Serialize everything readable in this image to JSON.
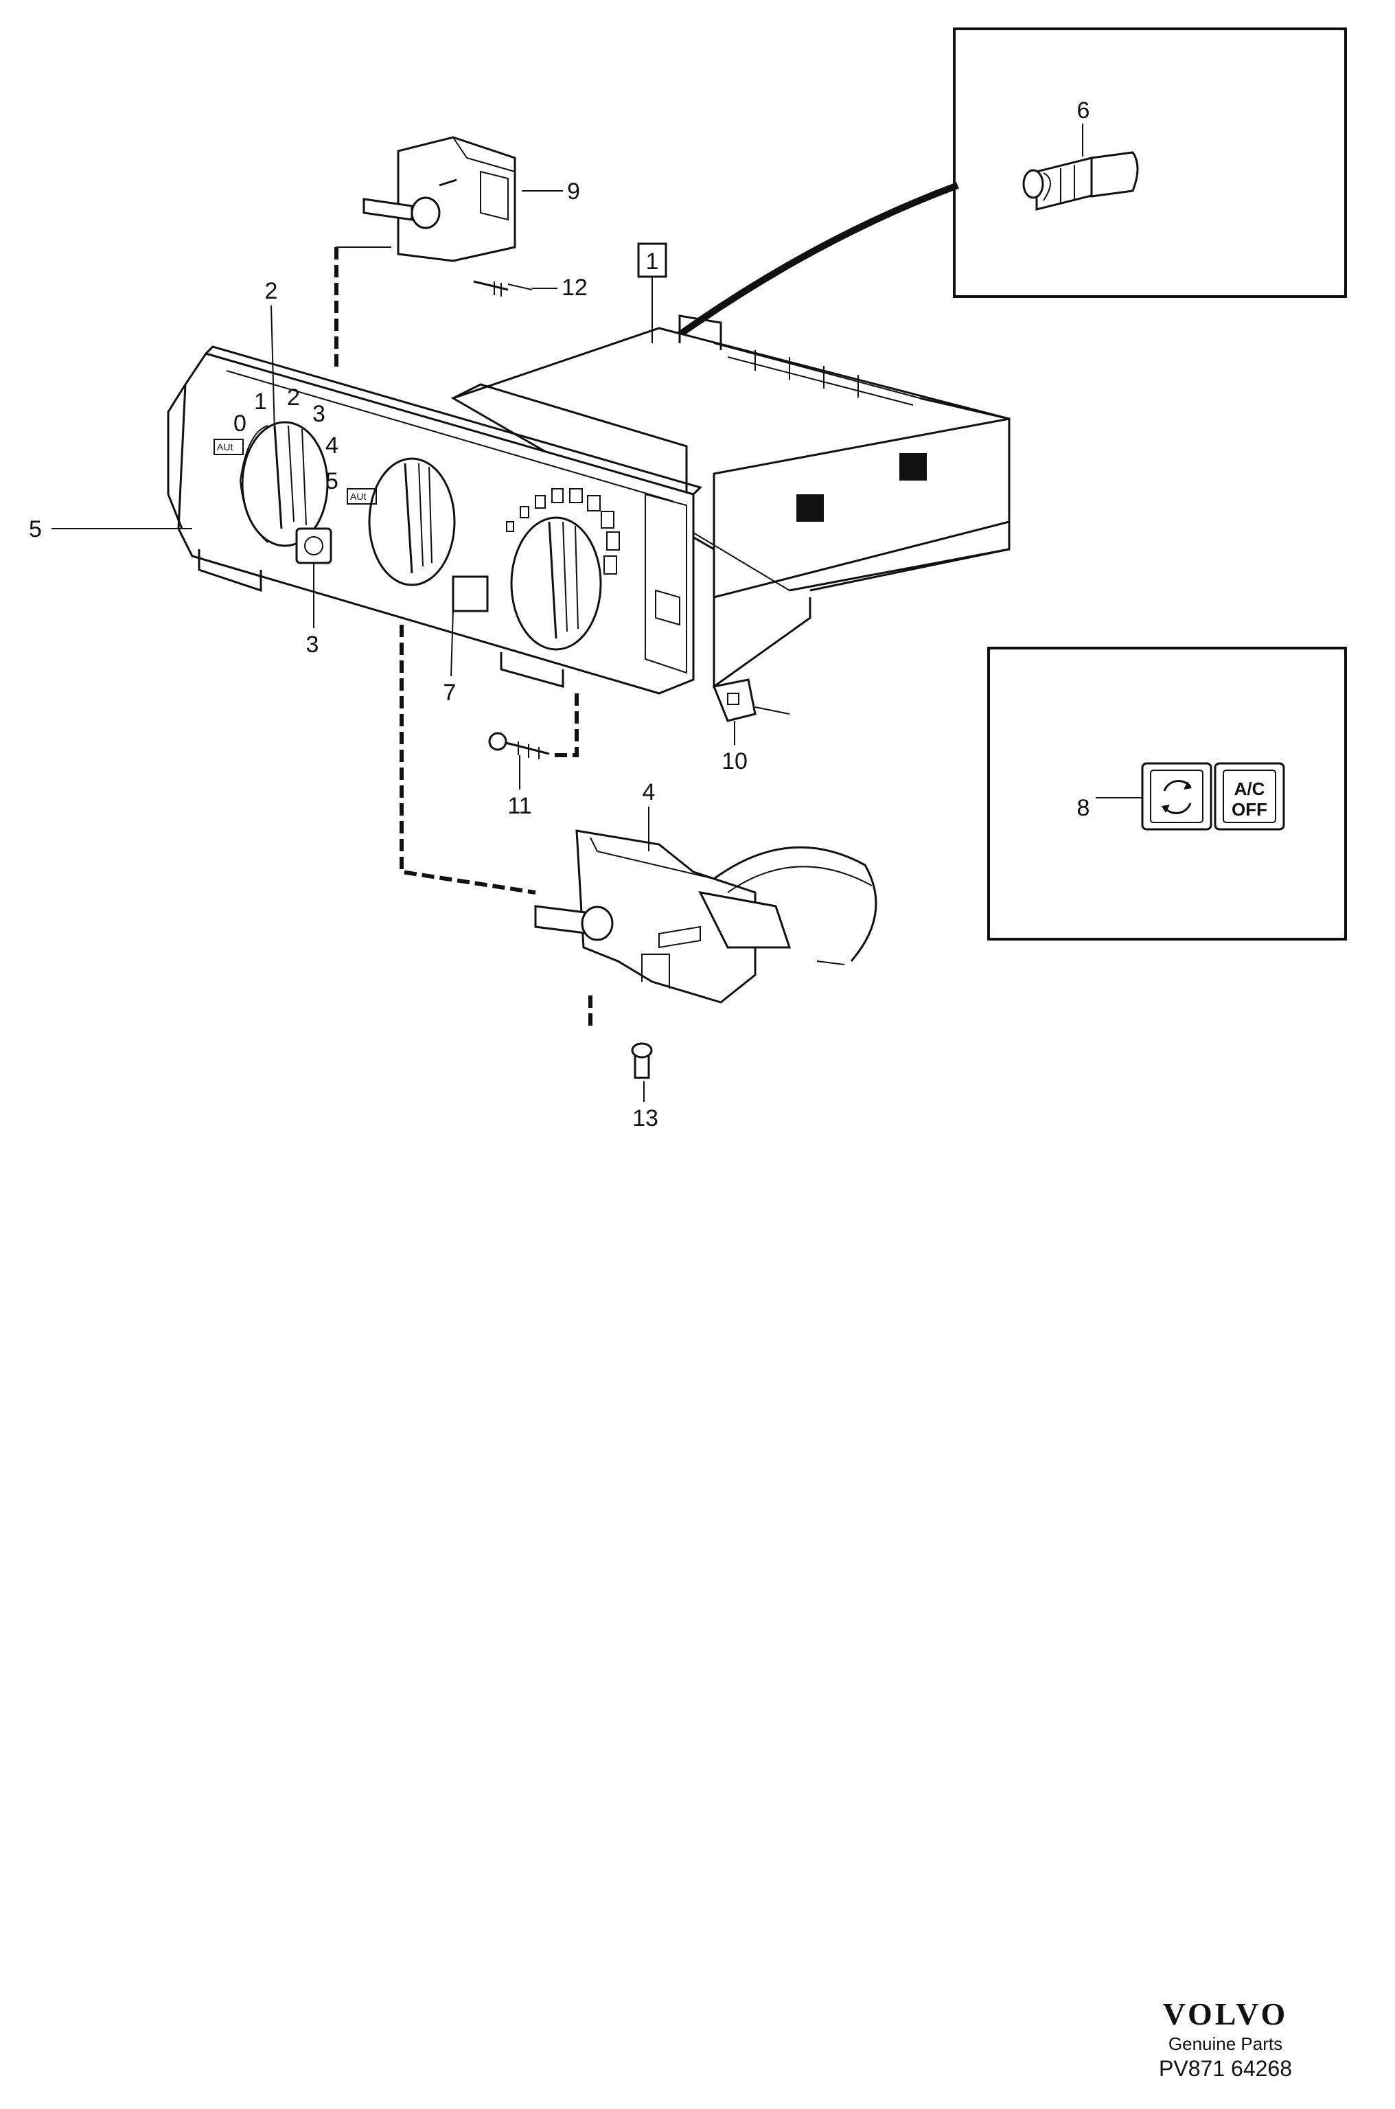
{
  "callouts": {
    "c1": "1",
    "c2": "2",
    "c3": "3",
    "c4": "4",
    "c5": "5",
    "c6": "6",
    "c7": "7",
    "c8": "8",
    "c9": "9",
    "c10": "10",
    "c11": "11",
    "c12": "12",
    "c13": "13"
  },
  "panel_markings": {
    "fan_positions": [
      "0",
      "1",
      "2",
      "3",
      "4",
      "5"
    ],
    "aut_label": "AUt"
  },
  "inset_button": {
    "ac_label_line1": "A/C",
    "ac_label_line2": "OFF"
  },
  "branding": {
    "logo": "VOLVO",
    "subtitle": "Genuine Parts",
    "code": "PV871 64268"
  }
}
